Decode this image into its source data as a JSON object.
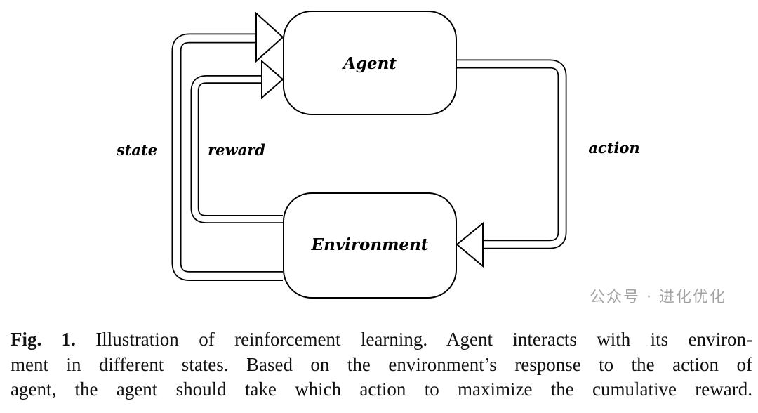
{
  "diagram": {
    "nodes": {
      "agent": "Agent",
      "environment": "Environment"
    },
    "edges": {
      "state": "state",
      "reward": "reward",
      "action": "action"
    }
  },
  "caption": {
    "label": "Fig. 1.",
    "line1": "Illustration of reinforcement learning. Agent interacts with its environ-",
    "line2": "ment in different states. Based on the environment’s response to the action of",
    "line3": "agent, the agent should take which action to maximize the cumulative reward."
  },
  "watermark": "公众号 · 进化优化"
}
